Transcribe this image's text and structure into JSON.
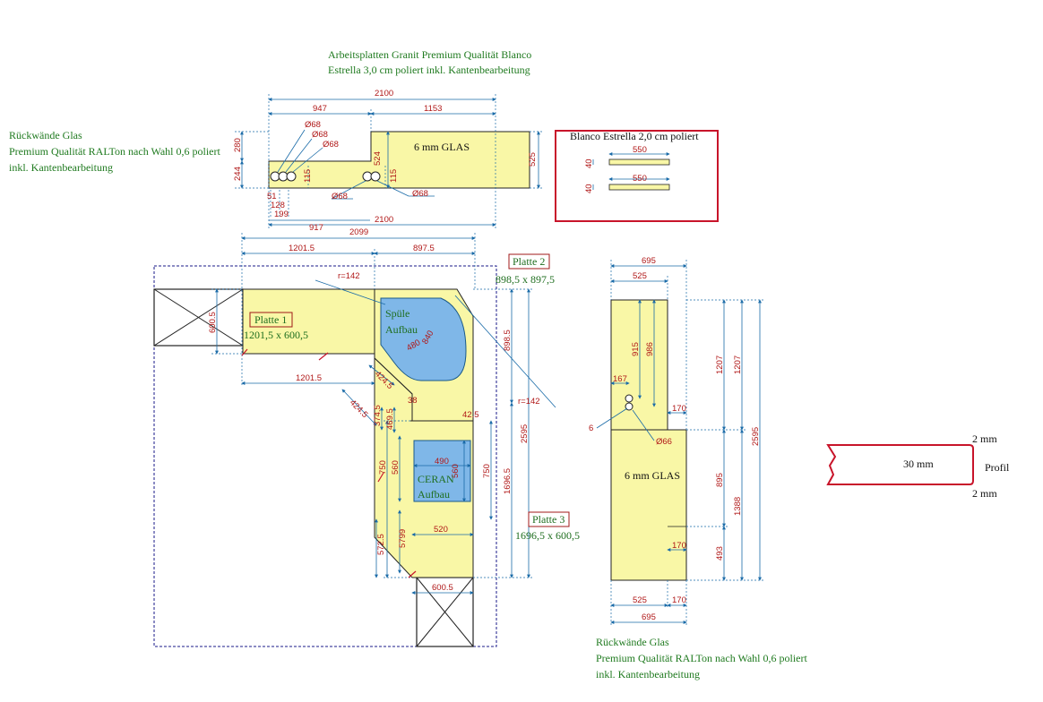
{
  "header": {
    "line1": "Arbeitsplatten Granit Premium Qualität Blanco",
    "line2": "Estrella 3,0 cm poliert inkl. Kantenbearbeitung"
  },
  "left_note": {
    "line1": "Rückwände Glas",
    "line2": "Premium Qualität RALTon nach Wahl 0,6 poliert",
    "line3": "inkl. Kantenbearbeitung"
  },
  "bottom_note": {
    "line1": "Rückwände Glas",
    "line2": "Premium Qualität RALTon nach Wahl 0,6 poliert",
    "line3": "inkl. Kantenbearbeitung"
  },
  "top_panel": {
    "dim_total": "2100",
    "dim_left": "947",
    "dim_right": "1153",
    "dim_bottom": "2100",
    "dim_bottom_left": "917",
    "dim_h_left_top": "280",
    "dim_h_left_bottom": "244",
    "dim_h_mid": "524",
    "dim_h_right": "525",
    "dim_small_1": "115",
    "dim_small_2": "115",
    "dim_small_3": "51",
    "dim_small_4": "128",
    "dim_small_5": "199",
    "hole_1": "Ø68",
    "hole_2": "Ø68",
    "hole_3": "Ø68",
    "hole_4": "Ø68",
    "hole_5": "Ø68",
    "glass_label": "6 mm GLAS"
  },
  "edge_box": {
    "title": "Blanco Estrella 2,0 cm poliert",
    "strip1_len": "550",
    "strip1_h": "40",
    "strip2_len": "550",
    "strip2_h": "40"
  },
  "worktop": {
    "dim_total": "2099",
    "dim_a": "1201.5",
    "dim_b": "897.5",
    "dim_p1_bottom": "1201.5",
    "radius_top": "r=142",
    "radius_side": "r=142",
    "dim_p1_h": "600.5",
    "dim_898": "898.5",
    "dim_2595": "2595",
    "dim_1696": "1696.5",
    "dim_424_a": "424.5",
    "dim_424_b": "424.5",
    "dim_374": "374.5",
    "dim_469": "469.5",
    "dim_38": "38",
    "dim_425": "42.5",
    "dim_480": "480",
    "dim_840": "840",
    "dim_750_l": "750",
    "dim_560_l": "560",
    "dim_490": "490",
    "dim_560_c": "560",
    "dim_750_r": "750",
    "dim_5725": "572.5",
    "dim_5799": "5799",
    "dim_520": "520",
    "dim_6005_b": "600.5",
    "plate1_title": "Platte 1",
    "plate1_size": "1201,5 x 600,5",
    "plate2_title": "Platte 2",
    "plate2_size": "898,5 x 897,5",
    "plate3_title": "Platte 3",
    "plate3_size": "1696,5 x 600,5",
    "sink_l1": "Spüle",
    "sink_l2": "Aufbau",
    "ceran_l1": "CERAN",
    "ceran_l2": "Aufbau"
  },
  "right_panel": {
    "dim_top": "695",
    "dim_525_top": "525",
    "dim_915": "915",
    "dim_986": "986",
    "dim_1207_a": "1207",
    "dim_1207_b": "1207",
    "dim_2595": "2595",
    "dim_167": "167",
    "dim_170_a": "170",
    "dim_6": "6",
    "hole": "Ø66",
    "glass_label": "6 mm GLAS",
    "dim_895": "895",
    "dim_1388": "1388",
    "dim_493": "493",
    "dim_170_b": "170",
    "dim_525_bot": "525",
    "dim_170_c": "170",
    "dim_695_bot": "695"
  },
  "profile": {
    "top": "2 mm",
    "mid": "30 mm",
    "bottom": "2 mm",
    "label": "Profil"
  }
}
